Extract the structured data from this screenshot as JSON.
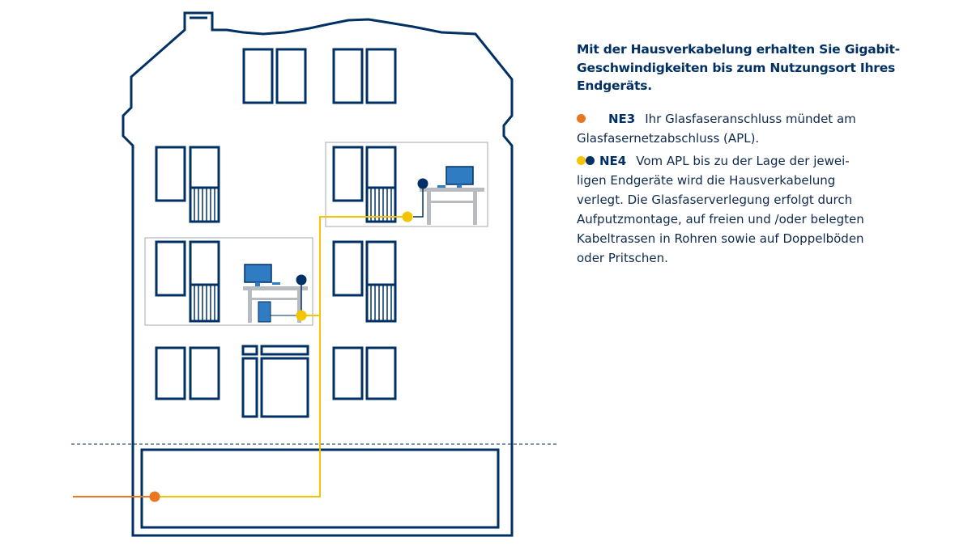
{
  "title": "Mit der Hausverkabelung erhalten Sie Gigabit-Geschwindigkeiten bis zum Nutzungsort Ihres Endgeräts.",
  "title_lines": [
    "Mit der Hausverkabelung erhalten Sie Gigabit-",
    "Geschwindigkeiten bis zum Nutzungsort Ihres",
    "Endgeräts."
  ],
  "legend": [
    {
      "code": "NE3",
      "text_lines": [
        "Ihr Glasfaseranschluss mündet am",
        "Glasfasernetzabschluss (APL)."
      ],
      "dot_colors": [
        "#e87722"
      ]
    },
    {
      "code": "NE4",
      "text_lines": [
        "Vom APL bis zu der Lage der jewei-",
        "ligen Endgeräte wird die Hausverkabelung",
        "verlegt. Die Glasfaserverlegung erfolgt durch",
        "Aufputzmontage, auf freien und /oder belegten",
        "Kabeltrassen in Rohren sowie  auf Doppelböden",
        "oder Pritschen."
      ],
      "dot_colors": [
        "#f5c400",
        "#003064"
      ]
    }
  ],
  "colors": {
    "outline": "#003064",
    "orange": "#e87722",
    "yellow": "#f5c400",
    "gray": "#b8bcc0",
    "screen": "#2f7cc2"
  }
}
